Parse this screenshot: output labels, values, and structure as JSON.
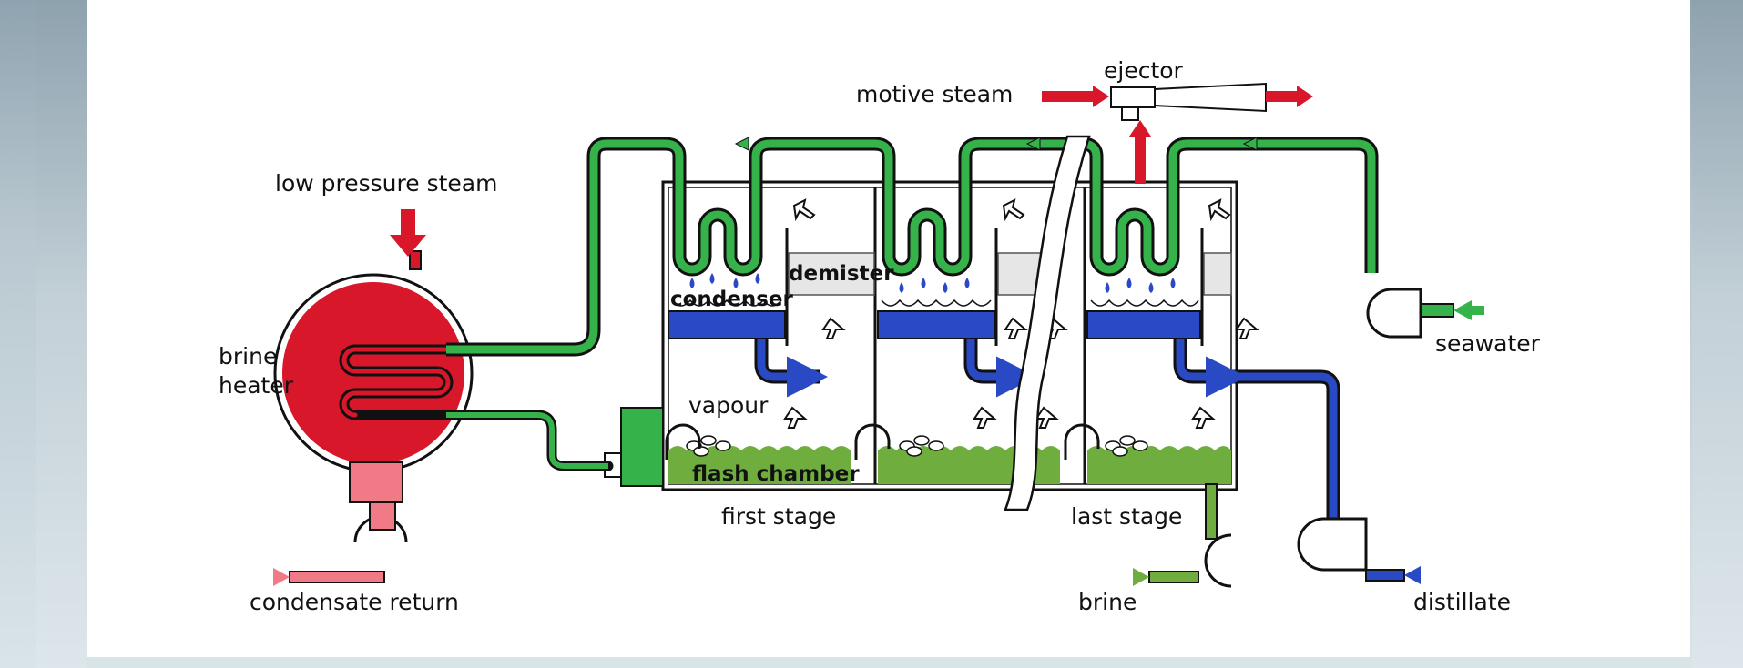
{
  "labels": {
    "ejector": "ejector",
    "motive_steam": "motive steam",
    "low_pressure_steam": "low pressure steam",
    "brine_heater_line1": "brine",
    "brine_heater_line2": "heater",
    "condenser": "condenser",
    "demister": "demister",
    "vapour": "vapour",
    "flash_chamber": "flash chamber",
    "first_stage": "first stage",
    "last_stage": "last stage",
    "seawater": "seawater",
    "condensate_return": "condensate return",
    "brine": "brine",
    "distillate": "distillate"
  },
  "colors": {
    "seawater_pipe": "#2e9e3e",
    "distillate_pipe": "#2a49c4",
    "steam": "#d8172b",
    "condensate": "#f07a86",
    "brine_pool": "#6fae3e",
    "demister_fill": "#e6e6e6",
    "background_panel": "#ffffff"
  }
}
